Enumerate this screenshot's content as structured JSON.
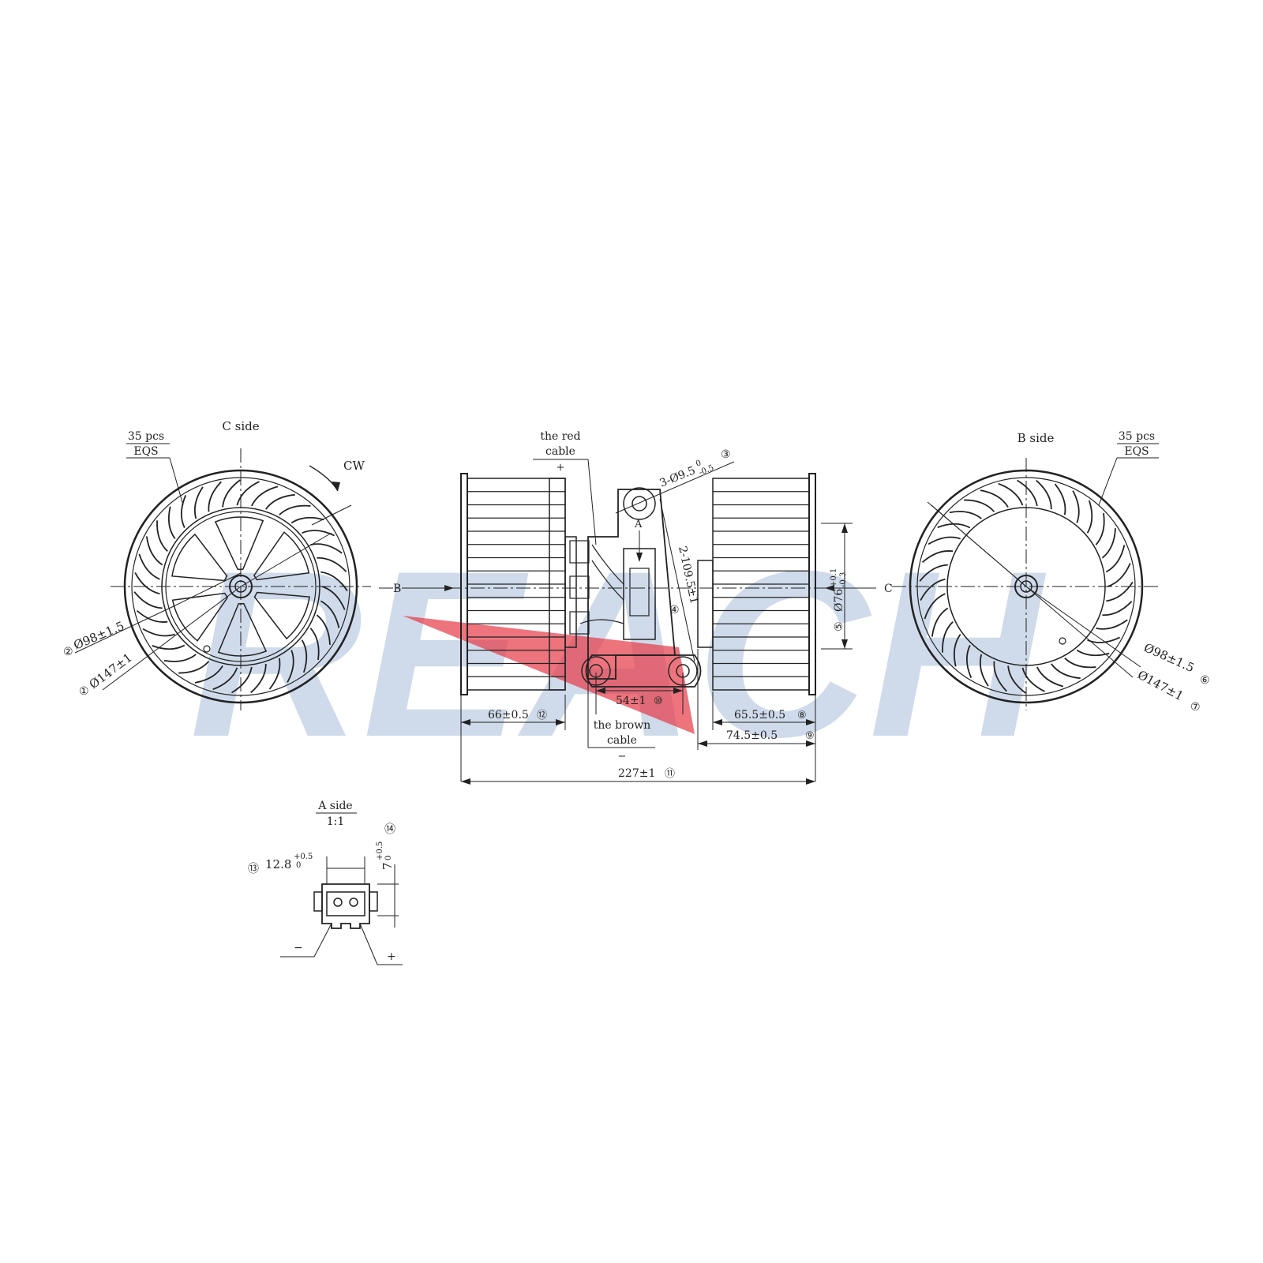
{
  "watermark": {
    "text": "REACH",
    "color": "#cfdbeb",
    "accent": "#e63946"
  },
  "left_view": {
    "side_label": "C side",
    "blade_count_label": "35 pcs",
    "blade_spacing_label": "EQS",
    "rotation_label": "CW",
    "dim_inner": "Ø98±1.5",
    "dim_inner_ref": "②",
    "dim_outer": "Ø147±1",
    "dim_outer_ref": "①"
  },
  "right_view": {
    "side_label": "B side",
    "blade_count_label": "35 pcs",
    "blade_spacing_label": "EQS",
    "dim_inner": "Ø98±1.5",
    "dim_inner_ref": "⑥",
    "dim_outer": "Ø147±1",
    "dim_outer_ref": "⑦"
  },
  "front_view": {
    "red_cable_line1": "the red",
    "red_cable_line2": "cable",
    "red_cable_sign": "+",
    "brown_cable_line1": "the brown",
    "brown_cable_line2": "cable",
    "brown_cable_sign": "−",
    "holes_3": "3-Ø9.5",
    "holes_3_tol_upper": "0",
    "holes_3_tol_lower": "-0.5",
    "holes_3_ref": "③",
    "holes_2": "2-109.5±1",
    "holes_2_ref": "④",
    "dia_76": "Ø76",
    "dia_76_tol_upper": "+0.1",
    "dia_76_tol_lower": "-0.3",
    "dia_76_ref": "⑤",
    "arrow_a": "A",
    "arrow_b": "B",
    "arrow_c": "C",
    "dim_54": "54±1",
    "dim_54_ref": "⑩",
    "dim_66": "66±0.5",
    "dim_66_ref": "⑫",
    "dim_65": "65.5±0.5",
    "dim_65_ref": "⑧",
    "dim_74": "74.5±0.5",
    "dim_74_ref": "⑨",
    "dim_227": "227±1",
    "dim_227_ref": "⑪"
  },
  "a_side_view": {
    "title": "A side",
    "scale": "1:1",
    "dim_width": "12.8",
    "dim_width_tol_upper": "+0.5",
    "dim_width_tol_lower": "0",
    "dim_width_ref": "⑬",
    "dim_height": "7",
    "dim_height_tol_upper": "+0.5",
    "dim_height_tol_lower": "0",
    "dim_height_ref": "⑭",
    "minus_label": "−",
    "plus_label": "+"
  }
}
